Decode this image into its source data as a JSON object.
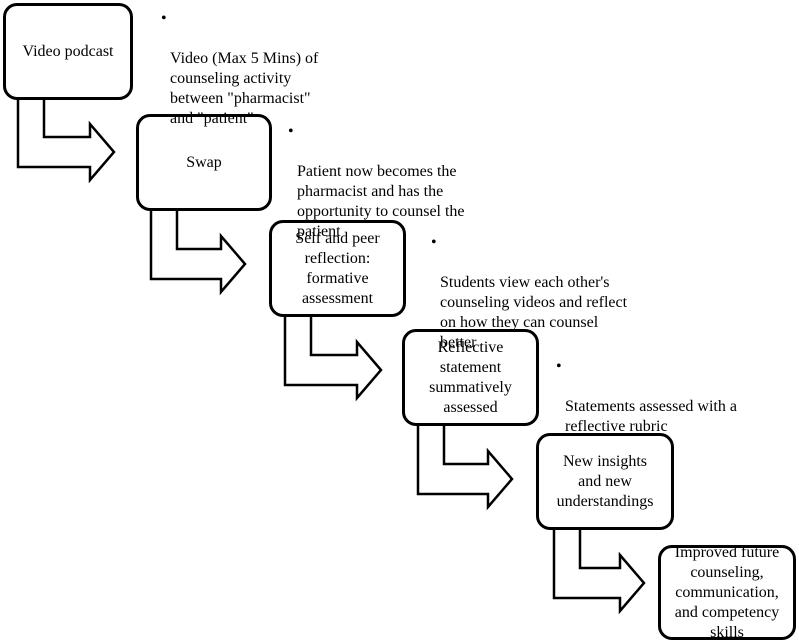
{
  "steps": [
    {
      "label": "Video podcast",
      "note": "Video (Max 5 Mins) of\ncounseling activity\nbetween \"pharmacist\"\nand \"patient\""
    },
    {
      "label": "Swap",
      "note": "Patient now becomes the\npharmacist and has the\nopportunity to counsel the\npatient"
    },
    {
      "label": "Self and peer\nreflection:\nformative\nassessment",
      "note": "Students view each other's\ncounseling videos and reflect\non how they can counsel\nbetter"
    },
    {
      "label": "Reflective\nstatement\nsummatively\nassessed",
      "note": "Statements assessed with a\nreflective rubric"
    },
    {
      "label": "New insights\nand new\nunderstandings"
    },
    {
      "label": "Improved future\ncounseling,\ncommunication,\nand competency\nskills"
    }
  ],
  "bullet_glyph": "•"
}
